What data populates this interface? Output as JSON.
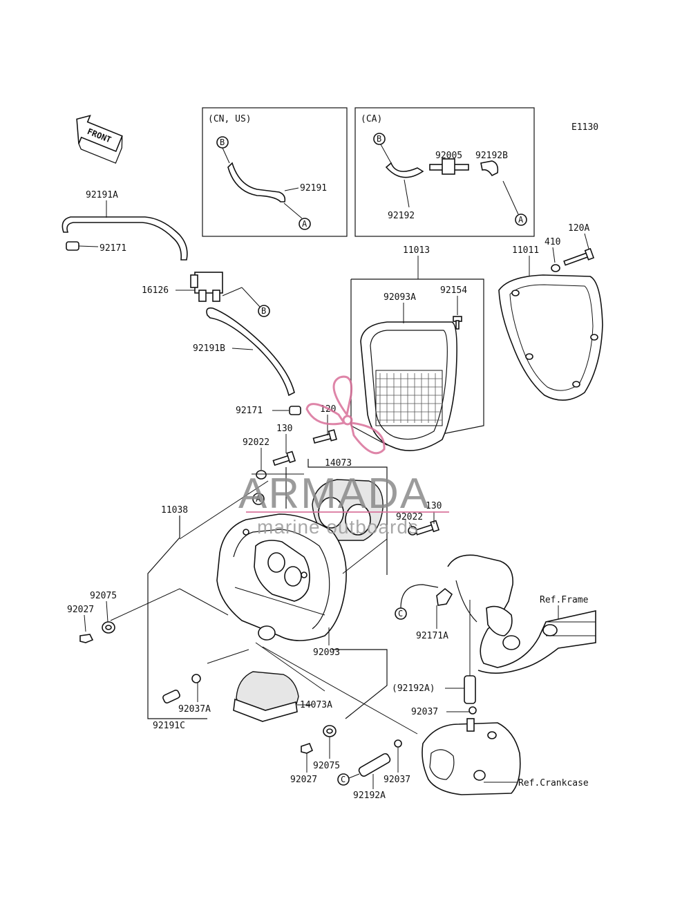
{
  "diagram_code": "E1130",
  "front_label": "FRONT",
  "variants": {
    "cn_us": {
      "title": "(CN, US)",
      "hose": "92191",
      "ref_b": "B",
      "ref_a": "A"
    },
    "ca": {
      "title": "(CA)",
      "hose": "92192",
      "fitting": "92005",
      "hose_b": "92192B",
      "ref_b": "B",
      "ref_a": "A"
    }
  },
  "labels": {
    "p92191A": "92191A",
    "p92171_top": "92171",
    "p16126": "16126",
    "p92191B": "92191B",
    "p92171_mid": "92171",
    "p120": "120",
    "p130_left": "130",
    "p92022_left": "92022",
    "p14073": "14073",
    "p11038": "11038",
    "p92022_right": "92022",
    "p130_right": "130",
    "p92075_left": "92075",
    "p92027_left": "92027",
    "p92093": "92093",
    "p92037A": "92037A",
    "p14073A": "14073A",
    "p92191C": "92191C",
    "p92075_bottom": "92075",
    "p92027_bottom": "92027",
    "p92037_bottom": "92037",
    "p92192A_bottom": "92192A",
    "p11013": "11013",
    "p92093A": "92093A",
    "p92154": "92154",
    "p11011": "11011",
    "p410": "410",
    "p120A": "120A",
    "p92171A": "92171A",
    "p92192A_paren": "(92192A)",
    "p92037_right": "92037",
    "ref_frame": "Ref.Frame",
    "ref_crankcase": "Ref.Crankcase"
  },
  "callouts": {
    "A": "A",
    "B": "B",
    "C": "C"
  },
  "watermark": {
    "brand": "ARMADA",
    "tagline": "marine outboards",
    "color": "#d9709a"
  }
}
